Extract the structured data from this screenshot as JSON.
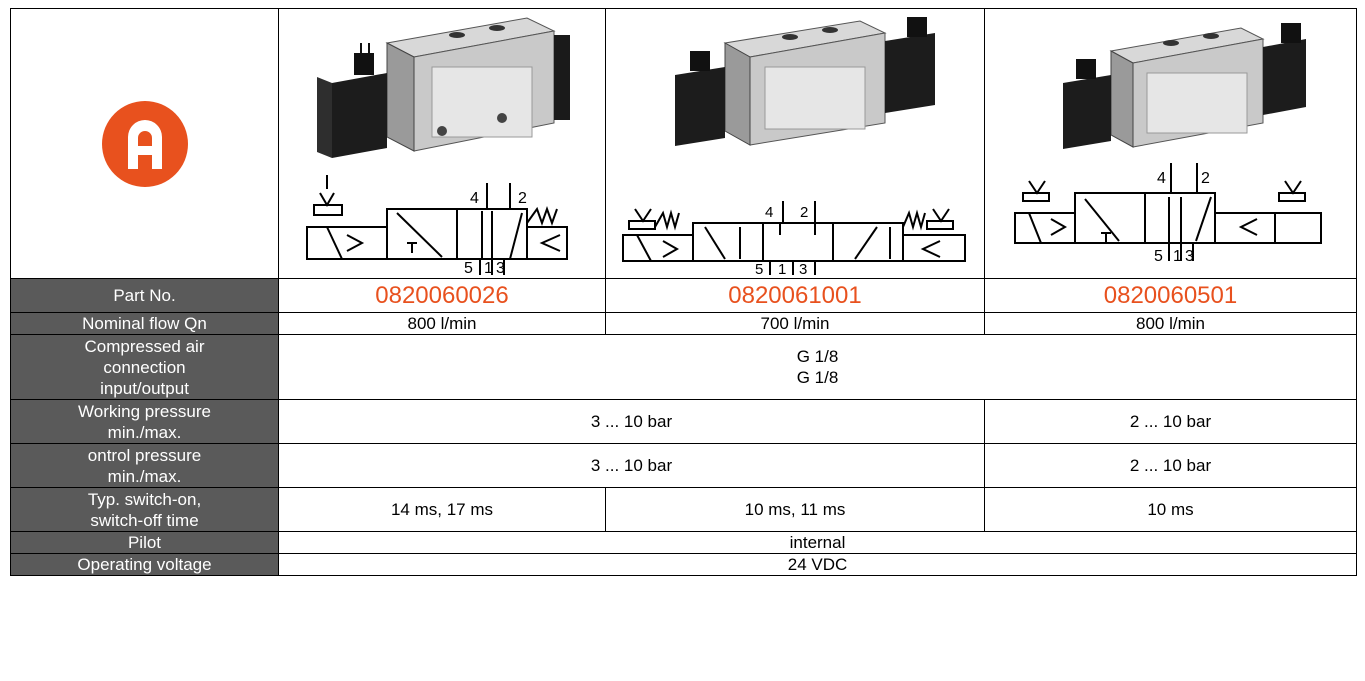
{
  "header": {
    "products": [
      {
        "image_name": "solenoid-valve-5-2-single",
        "symbol_ports_top": [
          "4",
          "2"
        ],
        "symbol_ports_bottom": [
          "5",
          "1",
          "3"
        ]
      },
      {
        "image_name": "solenoid-valve-5-3-double",
        "symbol_ports_top": [
          "4",
          "2"
        ],
        "symbol_ports_bottom": [
          "5",
          "1",
          "3"
        ]
      },
      {
        "image_name": "solenoid-valve-5-2-double",
        "symbol_ports_top": [
          "4",
          "2"
        ],
        "symbol_ports_bottom": [
          "5",
          "1",
          "3"
        ]
      }
    ],
    "logo_icon": "brand-logo-icon",
    "brand_color": "#e8511e"
  },
  "rows": {
    "part_no": {
      "label": "Part No.",
      "values": [
        "0820060026",
        "0820061001",
        "0820060501"
      ]
    },
    "nominal_flow": {
      "label": "Nominal flow Qn",
      "values": [
        "800 l/min",
        "700 l/min",
        "800 l/min"
      ]
    },
    "connection": {
      "label_lines": [
        "Compressed air",
        "connection",
        "input/output"
      ],
      "value_lines": [
        "G 1/8",
        "G 1/8"
      ]
    },
    "working_pressure": {
      "label_lines": [
        "Working pressure",
        "min./max."
      ],
      "values": [
        "3 ... 10 bar",
        "2 ... 10 bar"
      ]
    },
    "control_pressure": {
      "label_lines": [
        "ontrol pressure",
        "min./max."
      ],
      "values": [
        "3 ... 10 bar",
        "2 ... 10 bar"
      ]
    },
    "switch_time": {
      "label_lines": [
        "Typ. switch-on,",
        "switch-off time"
      ],
      "values": [
        "14 ms, 17 ms",
        "10 ms, 11 ms",
        "10 ms"
      ]
    },
    "pilot": {
      "label": "Pilot",
      "value": "internal"
    },
    "voltage": {
      "label": "Operating voltage",
      "value": "24 VDC"
    }
  },
  "colors": {
    "label_bg": "#5a5a5a",
    "part_no": "#e8511e"
  }
}
